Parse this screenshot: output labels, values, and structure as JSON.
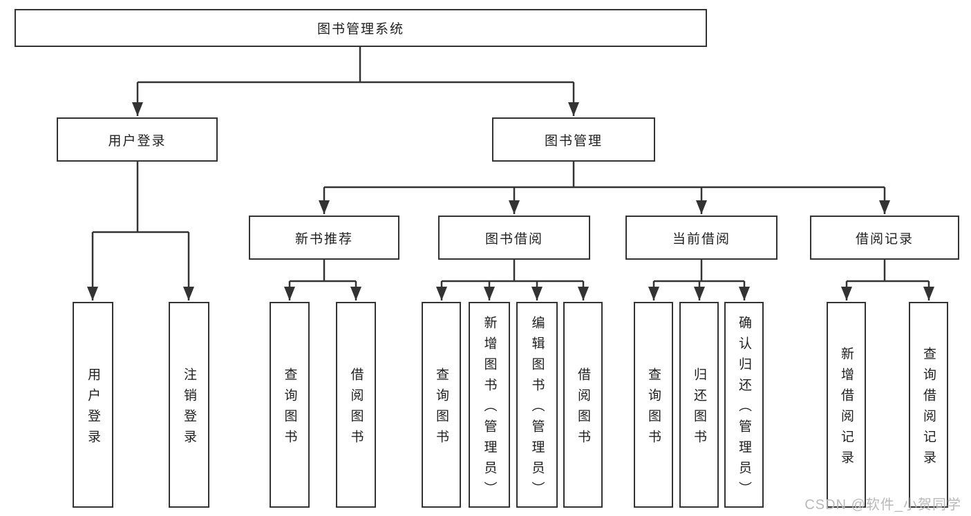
{
  "root": {
    "label": "图书管理系统"
  },
  "level2": [
    {
      "label": "用户登录",
      "leaves": [
        "用户登录",
        "注销登录"
      ]
    },
    {
      "label": "图书管理",
      "children": [
        {
          "label": "新书推荐",
          "leaves": [
            "查询图书",
            "借阅图书"
          ]
        },
        {
          "label": "图书借阅",
          "leaves": [
            "查询图书",
            "新增图书（管理员）",
            "编辑图书（管理员）",
            "借阅图书"
          ]
        },
        {
          "label": "当前借阅",
          "leaves": [
            "查询图书",
            "归还图书",
            "确认归还（管理员）"
          ]
        },
        {
          "label": "借阅记录",
          "leaves": [
            "新增借阅记录",
            "查询借阅记录"
          ]
        }
      ]
    }
  ],
  "watermark": "CSDN @软件_小贺同学",
  "colors": {
    "line": "#333333",
    "box_border": "#333333",
    "text": "#1f1f1f",
    "background": "#ffffff",
    "watermark_text": "#b9b9b9"
  }
}
